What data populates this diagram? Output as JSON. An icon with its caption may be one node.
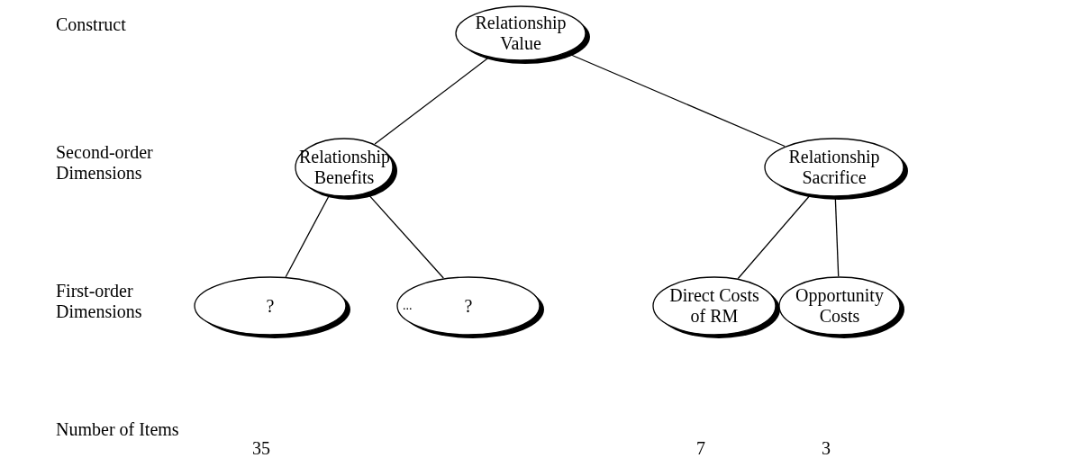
{
  "diagram": {
    "nodes": [
      {
        "text": [
          "Relationship Value"
        ]
      },
      {
        "text": [
          "Relationship Benefits"
        ]
      },
      {
        "text": [
          "Relationship Sacrifice"
        ]
      },
      {
        "text": [
          "?"
        ]
      },
      {
        "text": [
          "?"
        ]
      },
      {
        "text": [
          "Direct Costs of RM"
        ]
      },
      {
        "text": [
          "Opportunity Costs"
        ]
      }
    ],
    "edges": [
      {
        "from": 0,
        "to": 1,
        "arrow": "none"
      },
      {
        "from": 0,
        "to": 2,
        "arrow": "none"
      },
      {
        "from": 1,
        "to": 3,
        "arrow": "none"
      },
      {
        "from": 1,
        "to": 4,
        "arrow": "none"
      },
      {
        "from": 2,
        "to": 5,
        "arrow": "none"
      },
      {
        "from": 2,
        "to": 6,
        "arrow": "none"
      }
    ],
    "labels": [
      "Construct",
      "Second-order Dimensions",
      "First-order Dimensions",
      "...",
      "Number of Items",
      "35",
      "7",
      "3"
    ]
  }
}
